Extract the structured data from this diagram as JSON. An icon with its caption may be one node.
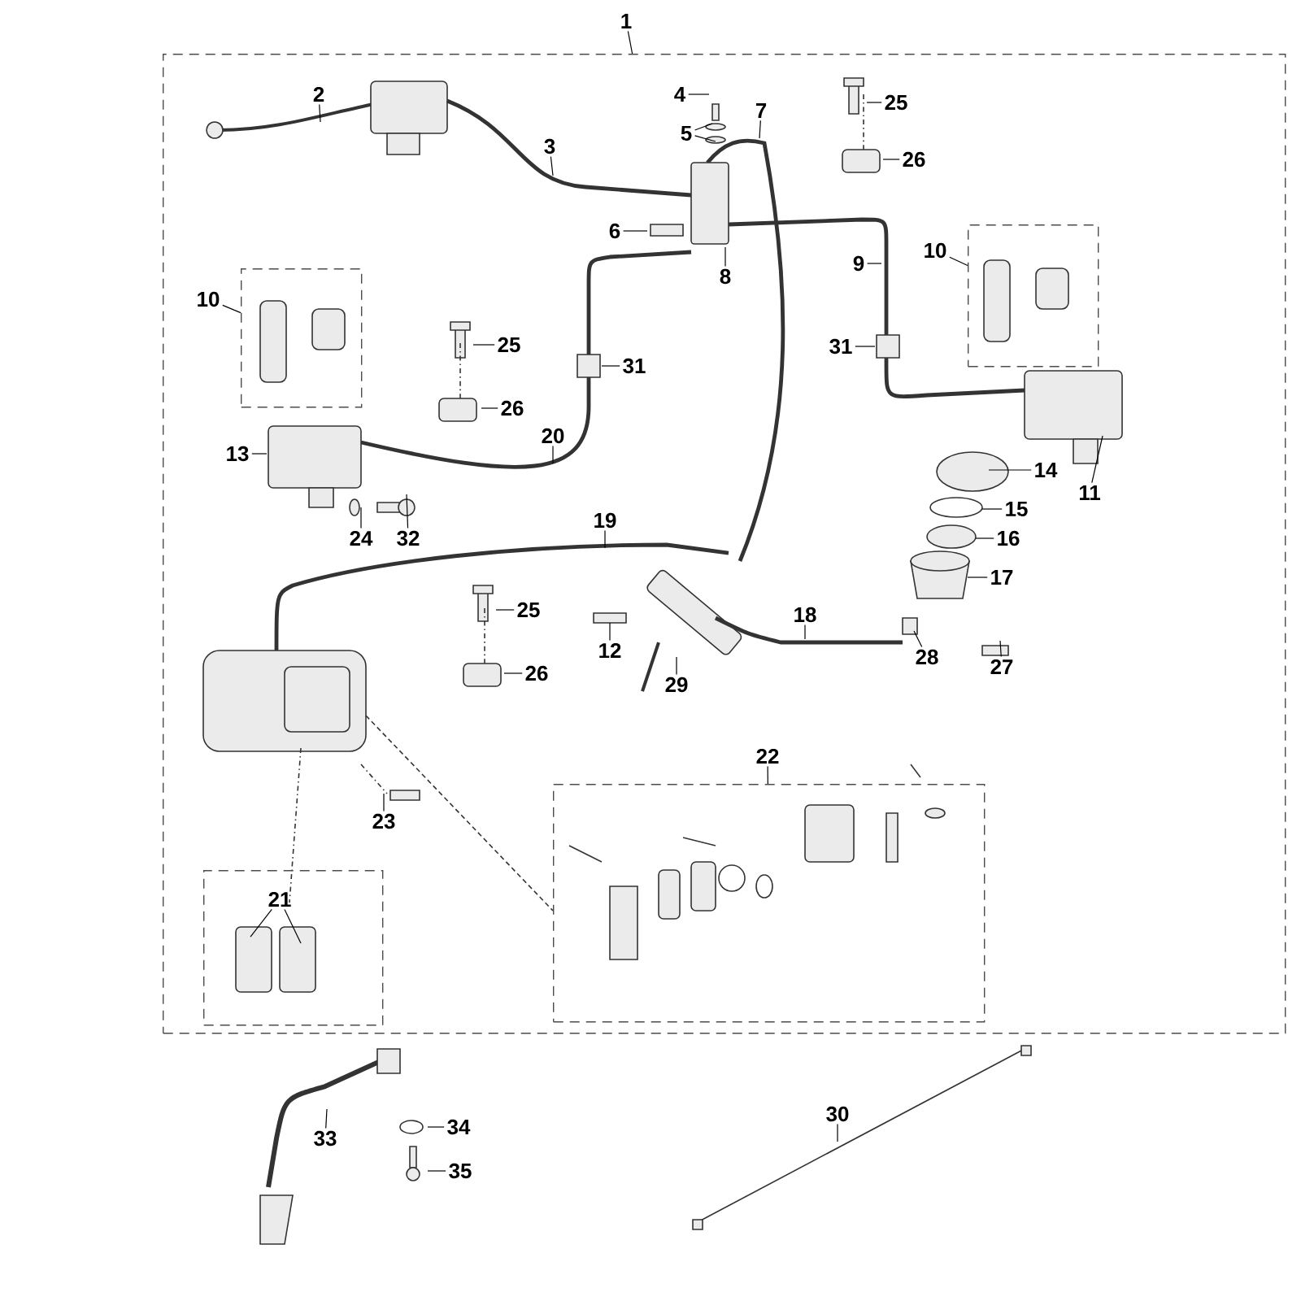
{
  "diagram": {
    "nodes": [
      {
        "text": [
          "1"
        ]
      },
      {
        "text": [],
        "shape": "box"
      },
      {
        "text": [
          "2"
        ],
        "in": 1
      },
      {
        "text": [
          "4"
        ],
        "in": 1
      },
      {
        "text": [
          "25"
        ],
        "in": 1
      },
      {
        "text": [
          "7"
        ],
        "in": 1
      },
      {
        "text": [
          "5"
        ],
        "in": 1
      },
      {
        "text": [
          "3"
        ],
        "in": 1
      },
      {
        "text": [
          "26"
        ],
        "in": 1
      },
      {
        "text": [
          "6"
        ],
        "in": 1
      },
      {
        "text": [
          "10"
        ],
        "in": 1
      },
      {
        "text": [],
        "shape": "box",
        "in": 1
      },
      {
        "text": [
          "9"
        ],
        "in": 1
      },
      {
        "text": [
          "8"
        ],
        "in": 1
      },
      {
        "text": [
          "10"
        ],
        "in": 1
      },
      {
        "text": [],
        "shape": "box",
        "in": 1
      },
      {
        "text": [
          "25"
        ],
        "in": 1
      },
      {
        "text": [
          "31"
        ],
        "in": 1
      },
      {
        "text": [
          "31"
        ],
        "in": 1
      },
      {
        "text": [
          "26"
        ],
        "in": 1
      },
      {
        "text": [
          "20"
        ],
        "in": 1
      },
      {
        "text": [
          "13"
        ],
        "in": 1
      },
      {
        "text": [
          "14"
        ],
        "in": 1
      },
      {
        "text": [
          "11"
        ],
        "in": 1
      },
      {
        "text": [
          "15"
        ],
        "in": 1
      },
      {
        "text": [
          "24"
        ],
        "in": 1
      },
      {
        "text": [
          "32"
        ],
        "in": 1
      },
      {
        "text": [
          "16"
        ],
        "in": 1
      },
      {
        "text": [
          "19"
        ],
        "in": 1
      },
      {
        "text": [
          "17"
        ],
        "in": 1
      },
      {
        "text": [
          "25"
        ],
        "in": 1
      },
      {
        "text": [
          "18"
        ],
        "in": 1
      },
      {
        "text": [
          "12"
        ],
        "in": 1
      },
      {
        "text": [
          "28"
        ],
        "in": 1
      },
      {
        "text": [
          "27"
        ],
        "in": 1
      },
      {
        "text": [
          "26"
        ],
        "in": 1
      },
      {
        "text": [
          "29"
        ],
        "in": 1
      },
      {
        "text": [
          "22"
        ],
        "in": 1
      },
      {
        "text": [],
        "shape": "box",
        "in": 1
      },
      {
        "text": [
          "23"
        ],
        "in": 1
      },
      {
        "text": [
          "21"
        ],
        "in": 41
      },
      {
        "text": [],
        "shape": "box",
        "in": 1
      },
      {
        "text": [
          "30"
        ]
      },
      {
        "text": [
          "33"
        ]
      },
      {
        "text": [
          "34"
        ]
      },
      {
        "text": [
          "35"
        ]
      }
    ],
    "edges": [
      {
        "from": 0,
        "to": 1,
        "arrow": "none"
      },
      {
        "from": 2,
        "to": null,
        "arrow": "none"
      },
      {
        "from": 3,
        "to": null,
        "arrow": "none"
      },
      {
        "from": 4,
        "to": null,
        "arrow": "none"
      },
      {
        "from": 5,
        "to": null,
        "arrow": "none"
      },
      {
        "from": 6,
        "to": null,
        "arrow": "none"
      },
      {
        "from": 6,
        "to": null,
        "arrow": "none"
      },
      {
        "from": 7,
        "to": null,
        "arrow": "none"
      },
      {
        "from": 8,
        "to": null,
        "arrow": "none"
      },
      {
        "from": 9,
        "to": null,
        "arrow": "none"
      },
      {
        "from": 10,
        "to": 11,
        "arrow": "none"
      },
      {
        "from": 12,
        "to": null,
        "arrow": "none"
      },
      {
        "from": 13,
        "to": null,
        "arrow": "none"
      },
      {
        "from": 14,
        "to": 15,
        "arrow": "none"
      },
      {
        "from": 16,
        "to": null,
        "arrow": "none"
      },
      {
        "from": 17,
        "to": null,
        "arrow": "none"
      },
      {
        "from": 18,
        "to": null,
        "arrow": "none"
      },
      {
        "from": 19,
        "to": null,
        "arrow": "none"
      },
      {
        "from": 20,
        "to": null,
        "arrow": "none"
      },
      {
        "from": 21,
        "to": null,
        "arrow": "none"
      },
      {
        "from": 22,
        "to": null,
        "arrow": "none"
      },
      {
        "from": 23,
        "to": null,
        "arrow": "none"
      },
      {
        "from": 24,
        "to": null,
        "arrow": "none"
      },
      {
        "from": 25,
        "to": null,
        "arrow": "none"
      },
      {
        "from": 26,
        "to": null,
        "arrow": "none"
      },
      {
        "from": 27,
        "to": null,
        "arrow": "none"
      },
      {
        "from": 28,
        "to": null,
        "arrow": "none"
      },
      {
        "from": 29,
        "to": null,
        "arrow": "none"
      },
      {
        "from": 30,
        "to": null,
        "arrow": "none"
      },
      {
        "from": 31,
        "to": null,
        "arrow": "none"
      },
      {
        "from": 32,
        "to": null,
        "arrow": "none"
      },
      {
        "from": 33,
        "to": null,
        "arrow": "none"
      },
      {
        "from": 34,
        "to": null,
        "arrow": "none"
      },
      {
        "from": 35,
        "to": null,
        "arrow": "none"
      },
      {
        "from": 36,
        "to": null,
        "arrow": "none"
      },
      {
        "from": 37,
        "to": 38,
        "arrow": "none"
      },
      {
        "from": 39,
        "to": null,
        "arrow": "none"
      },
      {
        "from": 40,
        "to": null,
        "arrow": "none"
      },
      {
        "from": 40,
        "to": null,
        "arrow": "none"
      },
      {
        "from": 42,
        "to": null,
        "arrow": "none"
      },
      {
        "from": 43,
        "to": null,
        "arrow": "none"
      },
      {
        "from": 44,
        "to": null,
        "arrow": "none"
      },
      {
        "from": 45,
        "to": null,
        "arrow": "none"
      }
    ]
  }
}
